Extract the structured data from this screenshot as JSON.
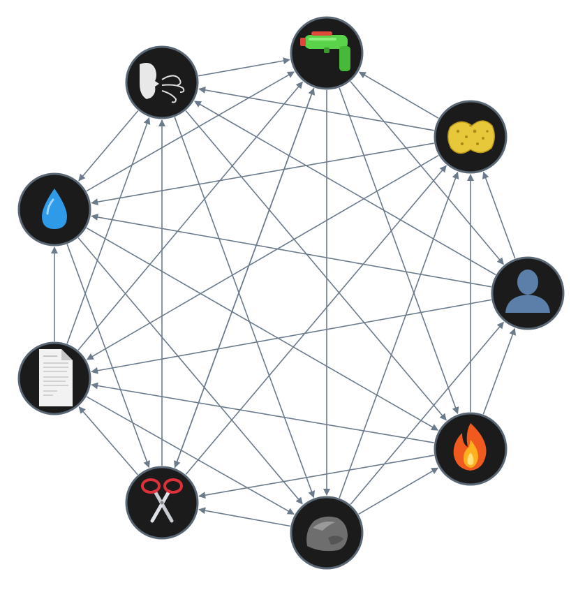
{
  "colors": {
    "background": "#ffffff",
    "edge": "#6b7b8c",
    "node_fill": "#1b1b1b",
    "node_border": "#5a6775"
  },
  "nodes": [
    {
      "id": "gun",
      "icon": "water-gun-icon"
    },
    {
      "id": "sponge",
      "icon": "sponge-icon"
    },
    {
      "id": "human",
      "icon": "human-silhouette-icon"
    },
    {
      "id": "fire",
      "icon": "fire-icon"
    },
    {
      "id": "rock",
      "icon": "rock-icon"
    },
    {
      "id": "scissors",
      "icon": "scissors-icon"
    },
    {
      "id": "paper",
      "icon": "paper-document-icon"
    },
    {
      "id": "water",
      "icon": "water-drop-icon"
    },
    {
      "id": "air",
      "icon": "air-wind-face-icon"
    }
  ],
  "edges": [
    {
      "from": "air",
      "to": "gun"
    },
    {
      "from": "air",
      "to": "water"
    },
    {
      "from": "air",
      "to": "fire"
    },
    {
      "from": "air",
      "to": "rock"
    },
    {
      "from": "gun",
      "to": "scissors"
    },
    {
      "from": "gun",
      "to": "rock"
    },
    {
      "from": "gun",
      "to": "fire"
    },
    {
      "from": "gun",
      "to": "human"
    },
    {
      "from": "sponge",
      "to": "gun"
    },
    {
      "from": "sponge",
      "to": "air"
    },
    {
      "from": "sponge",
      "to": "water"
    },
    {
      "from": "sponge",
      "to": "paper"
    },
    {
      "from": "human",
      "to": "sponge"
    },
    {
      "from": "human",
      "to": "water"
    },
    {
      "from": "human",
      "to": "air"
    },
    {
      "from": "human",
      "to": "paper"
    },
    {
      "from": "fire",
      "to": "sponge"
    },
    {
      "from": "fire",
      "to": "human"
    },
    {
      "from": "fire",
      "to": "scissors"
    },
    {
      "from": "fire",
      "to": "paper"
    },
    {
      "from": "rock",
      "to": "fire"
    },
    {
      "from": "rock",
      "to": "human"
    },
    {
      "from": "rock",
      "to": "scissors"
    },
    {
      "from": "rock",
      "to": "sponge"
    },
    {
      "from": "scissors",
      "to": "paper"
    },
    {
      "from": "scissors",
      "to": "air"
    },
    {
      "from": "scissors",
      "to": "sponge"
    },
    {
      "from": "scissors",
      "to": "gun"
    },
    {
      "from": "paper",
      "to": "water"
    },
    {
      "from": "paper",
      "to": "gun"
    },
    {
      "from": "paper",
      "to": "air"
    },
    {
      "from": "paper",
      "to": "rock"
    },
    {
      "from": "water",
      "to": "gun"
    },
    {
      "from": "water",
      "to": "scissors"
    },
    {
      "from": "water",
      "to": "fire"
    },
    {
      "from": "water",
      "to": "rock"
    }
  ]
}
